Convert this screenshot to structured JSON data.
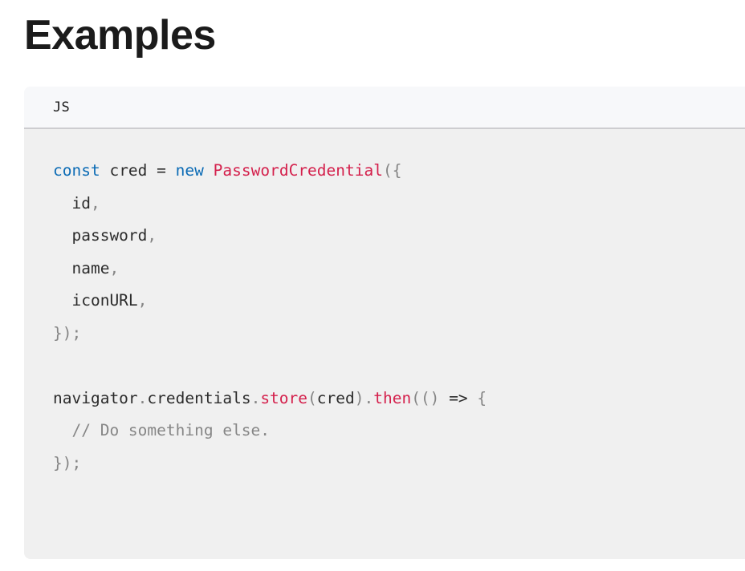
{
  "heading": {
    "text": "Examples"
  },
  "code_block": {
    "language_label": "JS",
    "colors": {
      "panel_header_bg": "#f7f8fa",
      "panel_body_bg": "#f0f0f0",
      "panel_border": "#cdcdd0",
      "keyword": "#0b6bb5",
      "class_name": "#d4204c",
      "method": "#d4204c",
      "punctuation": "#858585",
      "comment": "#868686",
      "text": "#2b2b2b",
      "page_bg": "#ffffff",
      "heading": "#1b1b1b"
    },
    "plain_text": "const cred = new PasswordCredential({\n  id,\n  password,\n  name,\n  iconURL,\n});\n\nnavigator.credentials.store(cred).then(() => {\n  // Do something else.\n});",
    "lines": [
      {
        "index": 1,
        "tokens": [
          {
            "t": "const",
            "c": "keyword"
          },
          {
            "t": " ",
            "c": "plain"
          },
          {
            "t": "cred",
            "c": "plain"
          },
          {
            "t": " ",
            "c": "plain"
          },
          {
            "t": "=",
            "c": "operator"
          },
          {
            "t": " ",
            "c": "plain"
          },
          {
            "t": "new",
            "c": "keyword"
          },
          {
            "t": " ",
            "c": "plain"
          },
          {
            "t": "PasswordCredential",
            "c": "class"
          },
          {
            "t": "({",
            "c": "punct"
          }
        ]
      },
      {
        "index": 2,
        "tokens": [
          {
            "t": "  ",
            "c": "plain"
          },
          {
            "t": "id",
            "c": "plain"
          },
          {
            "t": ",",
            "c": "punct"
          }
        ]
      },
      {
        "index": 3,
        "tokens": [
          {
            "t": "  ",
            "c": "plain"
          },
          {
            "t": "password",
            "c": "plain"
          },
          {
            "t": ",",
            "c": "punct"
          }
        ]
      },
      {
        "index": 4,
        "tokens": [
          {
            "t": "  ",
            "c": "plain"
          },
          {
            "t": "name",
            "c": "plain"
          },
          {
            "t": ",",
            "c": "punct"
          }
        ]
      },
      {
        "index": 5,
        "tokens": [
          {
            "t": "  ",
            "c": "plain"
          },
          {
            "t": "iconURL",
            "c": "plain"
          },
          {
            "t": ",",
            "c": "punct"
          }
        ]
      },
      {
        "index": 6,
        "tokens": [
          {
            "t": "});",
            "c": "punct"
          }
        ]
      },
      {
        "index": 7,
        "tokens": []
      },
      {
        "index": 8,
        "tokens": [
          {
            "t": "navigator",
            "c": "plain"
          },
          {
            "t": ".",
            "c": "punct"
          },
          {
            "t": "credentials",
            "c": "plain"
          },
          {
            "t": ".",
            "c": "punct"
          },
          {
            "t": "store",
            "c": "method"
          },
          {
            "t": "(",
            "c": "punct"
          },
          {
            "t": "cred",
            "c": "plain"
          },
          {
            "t": ")",
            "c": "punct"
          },
          {
            "t": ".",
            "c": "punct"
          },
          {
            "t": "then",
            "c": "method"
          },
          {
            "t": "(()",
            "c": "punct"
          },
          {
            "t": " ",
            "c": "plain"
          },
          {
            "t": "=>",
            "c": "operator"
          },
          {
            "t": " ",
            "c": "plain"
          },
          {
            "t": "{",
            "c": "punct"
          }
        ]
      },
      {
        "index": 9,
        "tokens": [
          {
            "t": "  ",
            "c": "plain"
          },
          {
            "t": "// Do something else.",
            "c": "comment"
          }
        ]
      },
      {
        "index": 10,
        "tokens": [
          {
            "t": "});",
            "c": "punct"
          }
        ]
      }
    ]
  }
}
